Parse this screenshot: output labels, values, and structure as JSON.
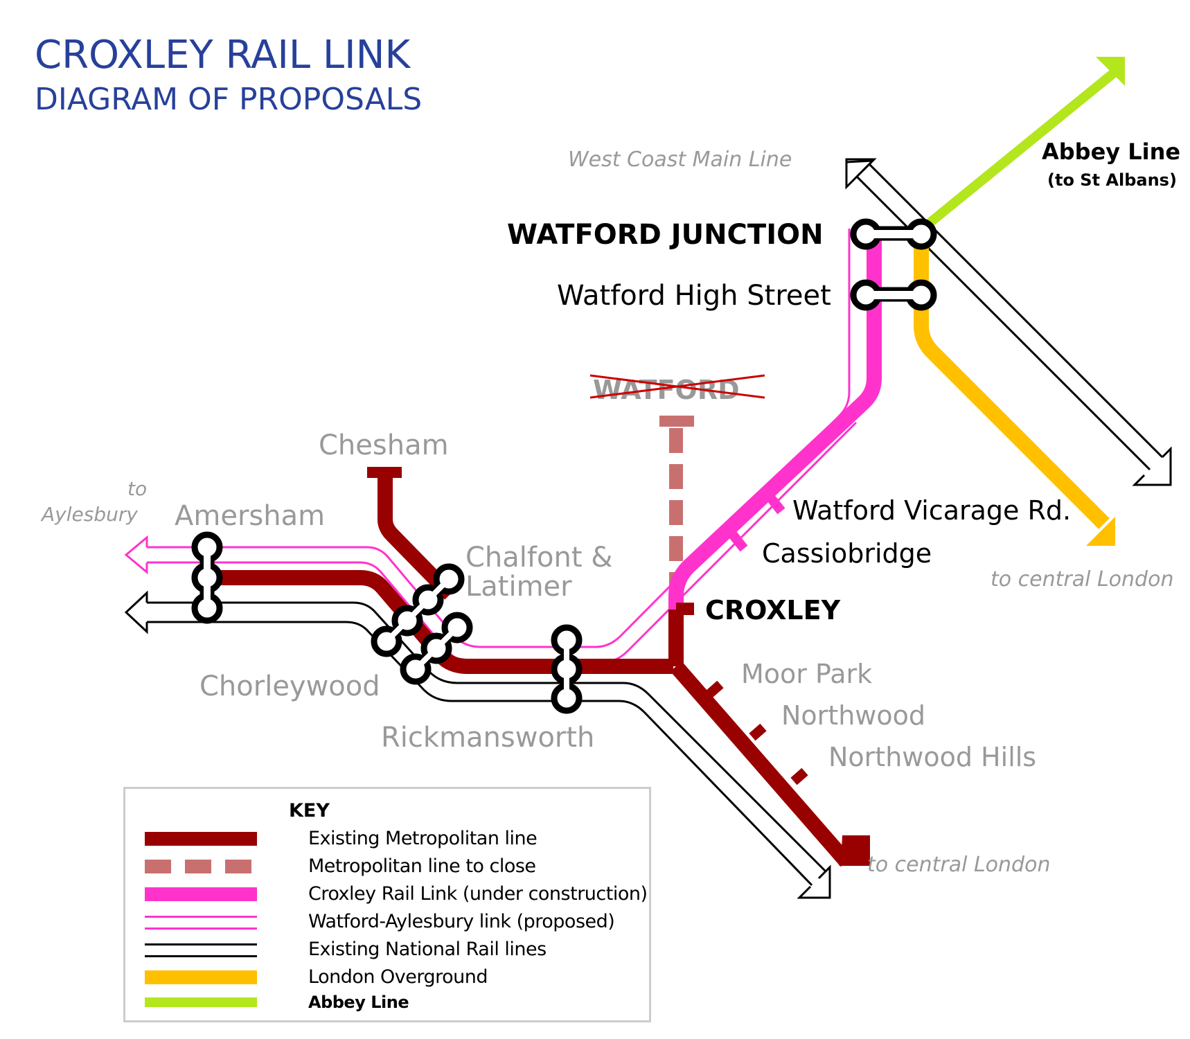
{
  "title": {
    "main": "CROXLEY RAIL LINK",
    "sub": "DIAGRAM OF PROPOSALS"
  },
  "colors": {
    "title": "#27409a",
    "metropolitan": "#990000",
    "metropolitan_closing": "#c87070",
    "croxley_rail_link": "#ff33cc",
    "watford_aylesbury": "#ff33cc",
    "national_rail": "#000000",
    "overground": "#ffc000",
    "abbey_line": "#b4e61e",
    "closed_cross": "#cc0000",
    "gray_text": "#999999"
  },
  "labels": {
    "west_coast_main_line": "West Coast Main Line",
    "abbey_line": "Abbey Line",
    "abbey_line_sub": "(to St Albans)",
    "watford_junction": "WATFORD JUNCTION",
    "watford_high_street": "Watford High Street",
    "watford_closed": "WATFORD",
    "chesham": "Chesham",
    "to_aylesbury_1": "to",
    "to_aylesbury_2": "Aylesbury",
    "amersham": "Amersham",
    "chalfont_1": "Chalfont &",
    "chalfont_2": "Latimer",
    "watford_vicarage_rd": "Watford Vicarage Rd.",
    "cassiobridge": "Cassiobridge",
    "croxley": "CROXLEY",
    "to_central_london_overground": "to central London",
    "chorleywood": "Chorleywood",
    "rickmansworth": "Rickmansworth",
    "moor_park": "Moor Park",
    "northwood": "Northwood",
    "northwood_hills": "Northwood Hills",
    "to_central_london_met": "to central London"
  },
  "key": {
    "title": "KEY",
    "items": [
      {
        "label": "Existing Metropolitan line",
        "style": "solid",
        "color": "#990000"
      },
      {
        "label": "Metropolitan line to close",
        "style": "dashed",
        "color": "#c87070"
      },
      {
        "label": "Croxley Rail Link (under construction)",
        "style": "solid",
        "color": "#ff33cc"
      },
      {
        "label": "Watford-Aylesbury link (proposed)",
        "style": "double",
        "color": "#ff33cc"
      },
      {
        "label": "Existing National Rail lines",
        "style": "double",
        "color": "#000000"
      },
      {
        "label": "London Overground",
        "style": "solid",
        "color": "#ffc000"
      },
      {
        "label": "Abbey Line",
        "style": "solid",
        "color": "#b4e61e"
      }
    ]
  }
}
